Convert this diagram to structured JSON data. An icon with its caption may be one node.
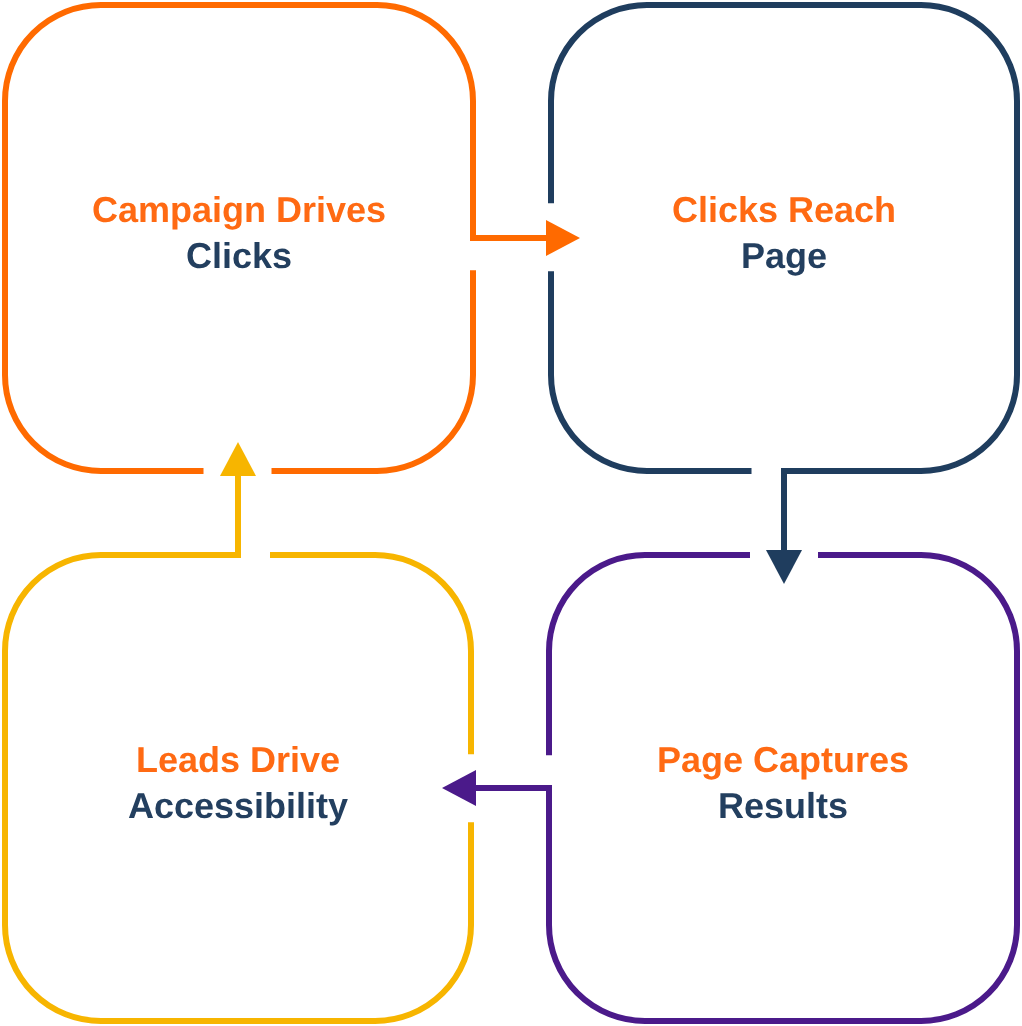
{
  "diagram": {
    "nodes": [
      {
        "text": [
          "Campaign Drives",
          "Clicks"
        ]
      },
      {
        "text": [
          "Clicks Reach",
          "Page"
        ]
      },
      {
        "text": [
          "Leads Drive",
          "Accessibility"
        ]
      },
      {
        "text": [
          "Page Captures",
          "Results"
        ]
      }
    ],
    "edges": [
      {
        "from": 0,
        "to": 1,
        "arrow": "to",
        "color": "#ff6a00"
      },
      {
        "from": 1,
        "to": 3,
        "arrow": "to",
        "color": "#1f3d5e"
      },
      {
        "from": 3,
        "to": 2,
        "arrow": "to",
        "color": "#4b1a8a"
      },
      {
        "from": 2,
        "to": 0,
        "arrow": "to",
        "color": "#f7b500"
      }
    ]
  }
}
